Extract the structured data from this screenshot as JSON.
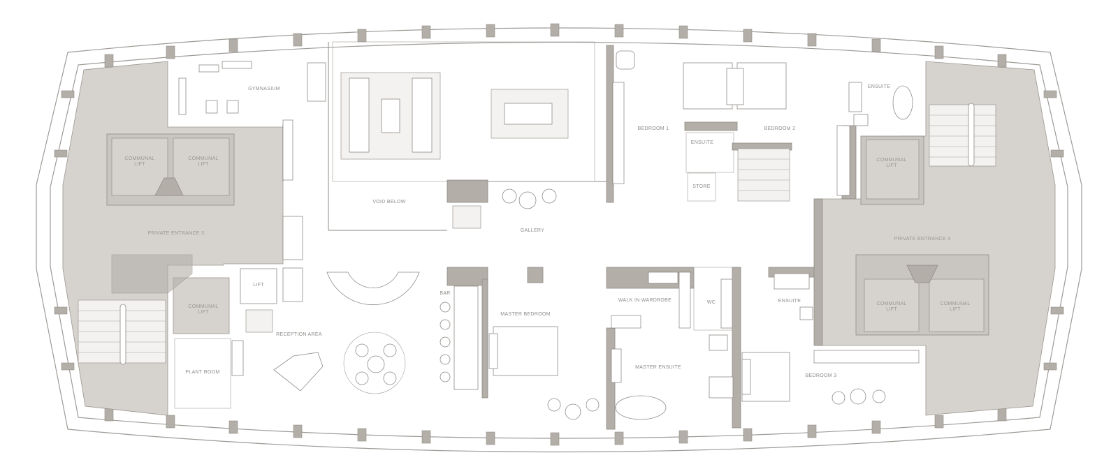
{
  "rooms": {
    "gymnasium": "GYMNASIUM",
    "void_below": "VOID BELOW",
    "gallery": "GALLERY",
    "bedroom_1": "BEDROOM 1",
    "bedroom_2": "BEDROOM 2",
    "ensuite_1": "ENSUITE",
    "ensuite_2": "ENSUITE",
    "ensuite_3": "ENSUITE",
    "store": "STORE",
    "private_entrance_3": "PRIVATE ENTRANCE 3",
    "private_entrance_4": "PRIVATE ENTRANCE 4",
    "lift": "LIFT",
    "bar": "BAR",
    "master_bedroom": "MASTER BEDROOM",
    "walk_in_wardrobe": "WALK IN WARDROBE",
    "wc": "WC",
    "reception_area": "RECEPTION AREA",
    "plant_room": "PLANT ROOM",
    "master_ensuite": "MASTER ENSUITE",
    "bedroom_3": "BEDROOM 3"
  },
  "lifts": {
    "communal_1": [
      "COMMUNAL",
      "LIFT"
    ],
    "communal_2": [
      "COMMUNAL",
      "LIFT"
    ],
    "communal_3": [
      "COMMUNAL",
      "LIFT"
    ],
    "communal_4": [
      "COMMUNAL",
      "LIFT"
    ],
    "communal_5": [
      "COMMUNAL",
      "LIFT"
    ],
    "communal_6": [
      "COMMUNAL",
      "LIFT"
    ]
  }
}
